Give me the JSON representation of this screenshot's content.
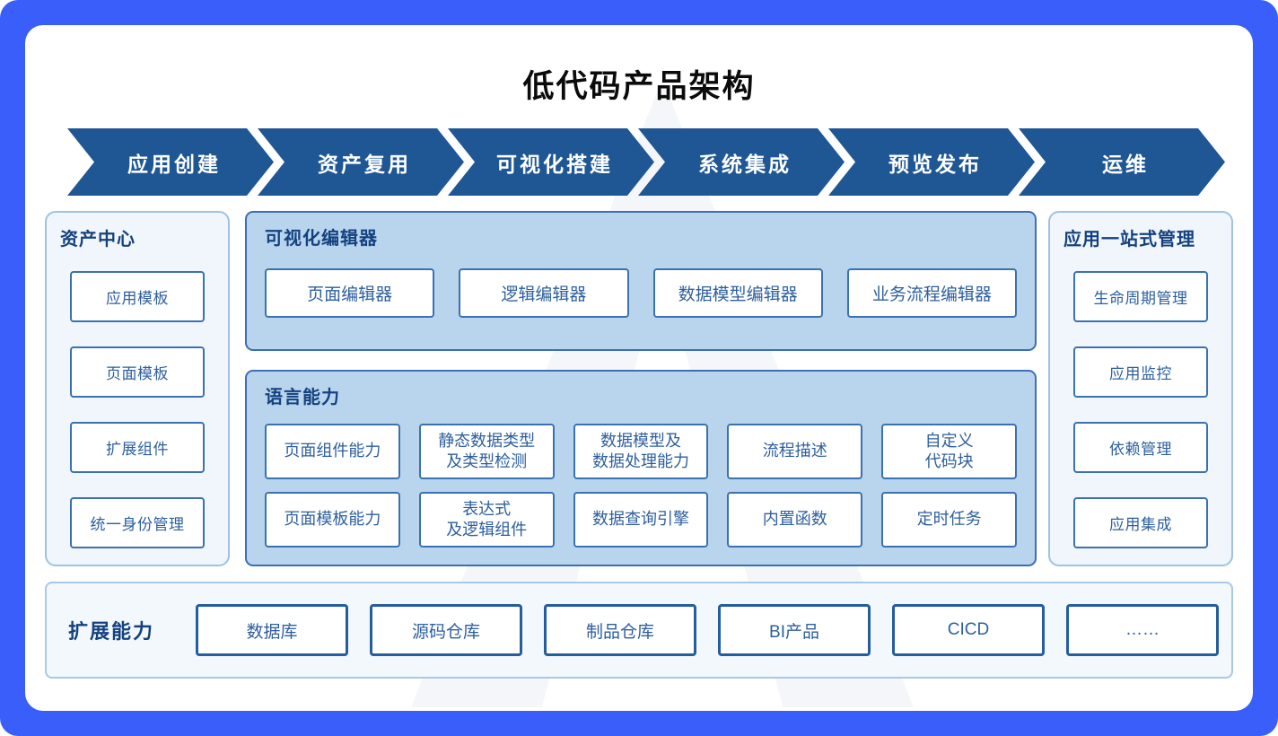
{
  "title": "低代码产品架构",
  "flow": {
    "steps": [
      "应用创建",
      "资产复用",
      "可视化搭建",
      "系统集成",
      "预览发布",
      "运维"
    ]
  },
  "panels": {
    "asset_center": {
      "title": "资产中心",
      "items": [
        "应用模板",
        "页面模板",
        "扩展组件",
        "统一身份管理"
      ]
    },
    "visual_editor": {
      "title": "可视化编辑器",
      "items": [
        "页面编辑器",
        "逻辑编辑器",
        "数据模型编辑器",
        "业务流程编辑器"
      ]
    },
    "language": {
      "title": "语言能力",
      "row1": [
        "页面组件能力",
        "静态数据类型\n及类型检测",
        "数据模型及\n数据处理能力",
        "流程描述",
        "自定义\n代码块"
      ],
      "row2": [
        "页面模板能力",
        "表达式\n及逻辑组件",
        "数据查询引擎",
        "内置函数",
        "定时任务"
      ]
    },
    "app_management": {
      "title": "应用一站式管理",
      "items": [
        "生命周期管理",
        "应用监控",
        "依赖管理",
        "应用集成"
      ]
    },
    "extension": {
      "title": "扩展能力",
      "items": [
        "数据库",
        "源码仓库",
        "制品仓库",
        "BI产品",
        "CICD",
        "……"
      ]
    }
  },
  "colors": {
    "frame_blue": "#3A5EFA",
    "chevron_blue": "#1F5795",
    "panel_light_blue": "#B9D5EE",
    "panel_pale_blue": "#F0F6FB",
    "box_border_blue": "#3A72B0",
    "title_dark_blue": "#14427F",
    "box_text_blue": "#2D5F9F"
  }
}
